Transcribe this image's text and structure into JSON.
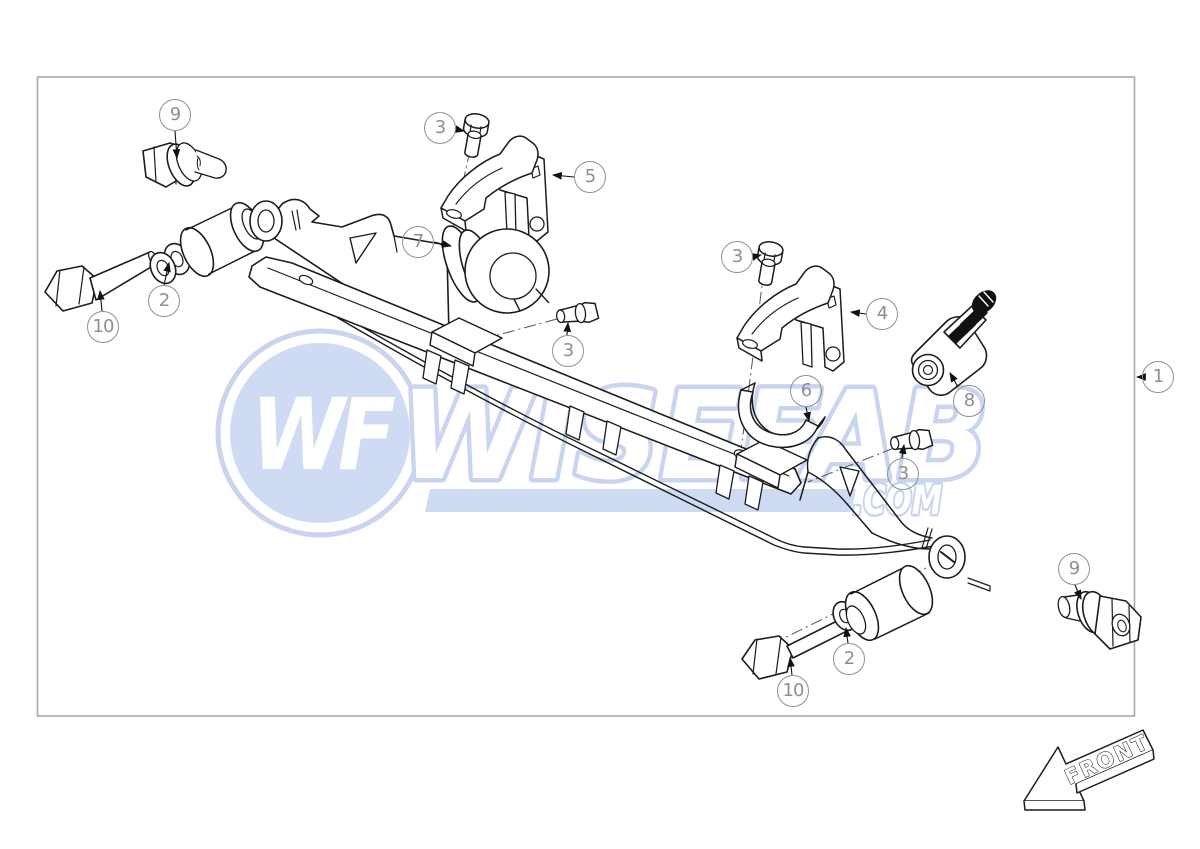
{
  "diagram": {
    "type": "exploded-parts-diagram",
    "colors": {
      "line": "#1c1c1c",
      "border": "#a8a8a8",
      "callout": "#8e8e8e",
      "watermark_outline": "#c9d5f0",
      "watermark_fill": "#cfdaf3",
      "rubber_black": "#111111"
    },
    "callouts": [
      {
        "id": "nut-top-left",
        "label": "9"
      },
      {
        "id": "bolt-top",
        "label": "3"
      },
      {
        "id": "bracket-top",
        "label": "5"
      },
      {
        "id": "bushing-top",
        "label": "7"
      },
      {
        "id": "washer-left",
        "label": "2"
      },
      {
        "id": "bolt-left",
        "label": "10"
      },
      {
        "id": "bolt-middle",
        "label": "3"
      },
      {
        "id": "bolt-right-top",
        "label": "3"
      },
      {
        "id": "bracket-right",
        "label": "4"
      },
      {
        "id": "half-bushing",
        "label": "6"
      },
      {
        "id": "ball-fitting",
        "label": "8"
      },
      {
        "id": "bolt-right-bottom",
        "label": "3"
      },
      {
        "id": "nut-bottom-right",
        "label": "9"
      },
      {
        "id": "washer-bottom",
        "label": "2"
      },
      {
        "id": "bolt-bottom",
        "label": "10"
      },
      {
        "id": "assembly",
        "label": "1"
      }
    ],
    "watermark": {
      "initials": "WF",
      "brand": "WISEFAB",
      "suffix": ".COM"
    },
    "front_arrow_label": "FRONT"
  }
}
